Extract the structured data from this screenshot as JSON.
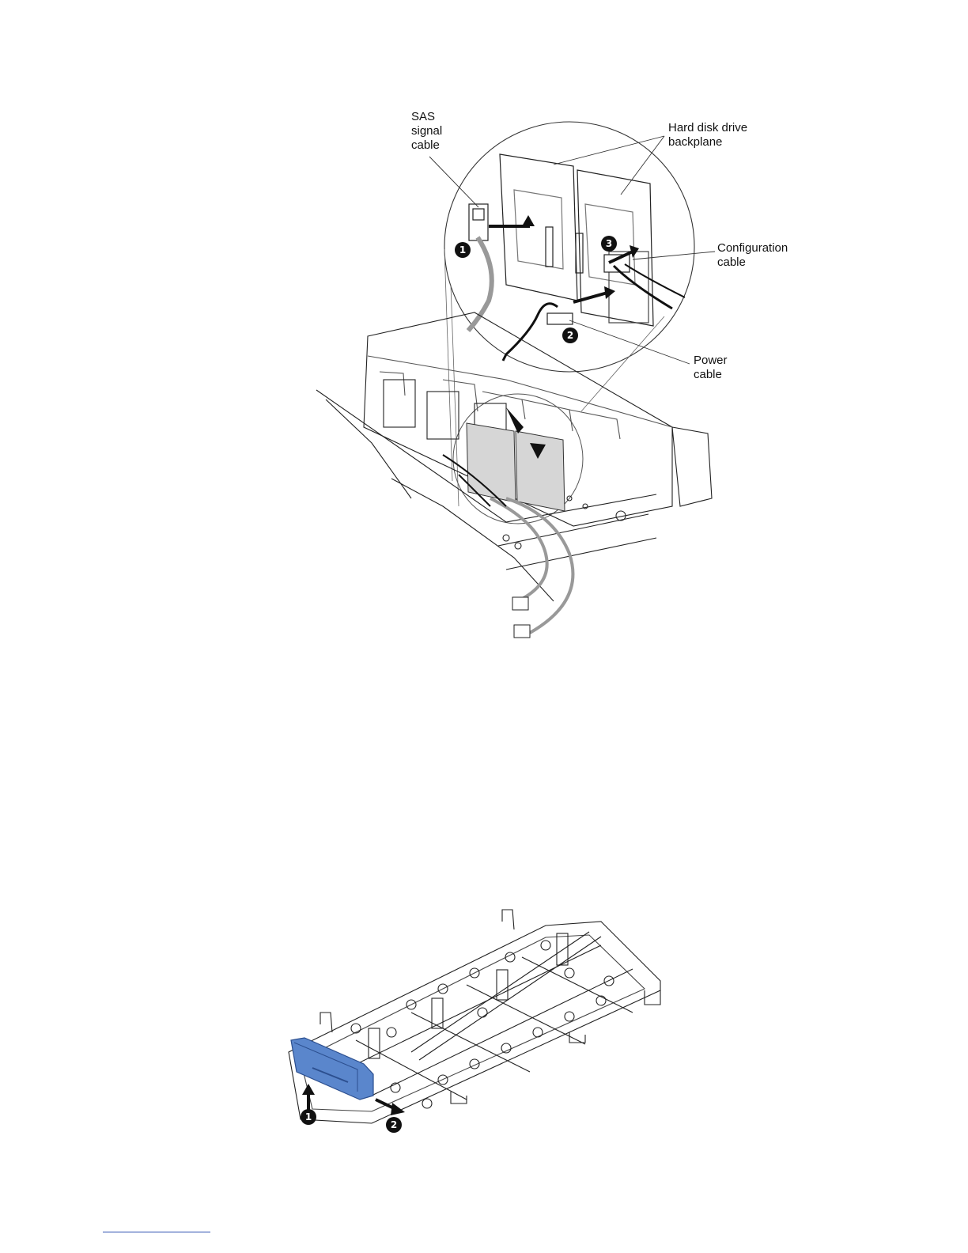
{
  "figure1": {
    "labels": {
      "sas": "SAS\nsignal\ncable",
      "backplane": "Hard disk drive\nbackplane",
      "configuration": "Configuration\ncable",
      "power": "Power\ncable"
    },
    "callouts": {
      "c1": "1",
      "c2": "2",
      "c3": "3"
    }
  },
  "figure2": {
    "callouts": {
      "c1": "1",
      "c2": "2"
    },
    "colors": {
      "latch": "#5a86cc",
      "latch_dark": "#2c4f8f"
    }
  }
}
